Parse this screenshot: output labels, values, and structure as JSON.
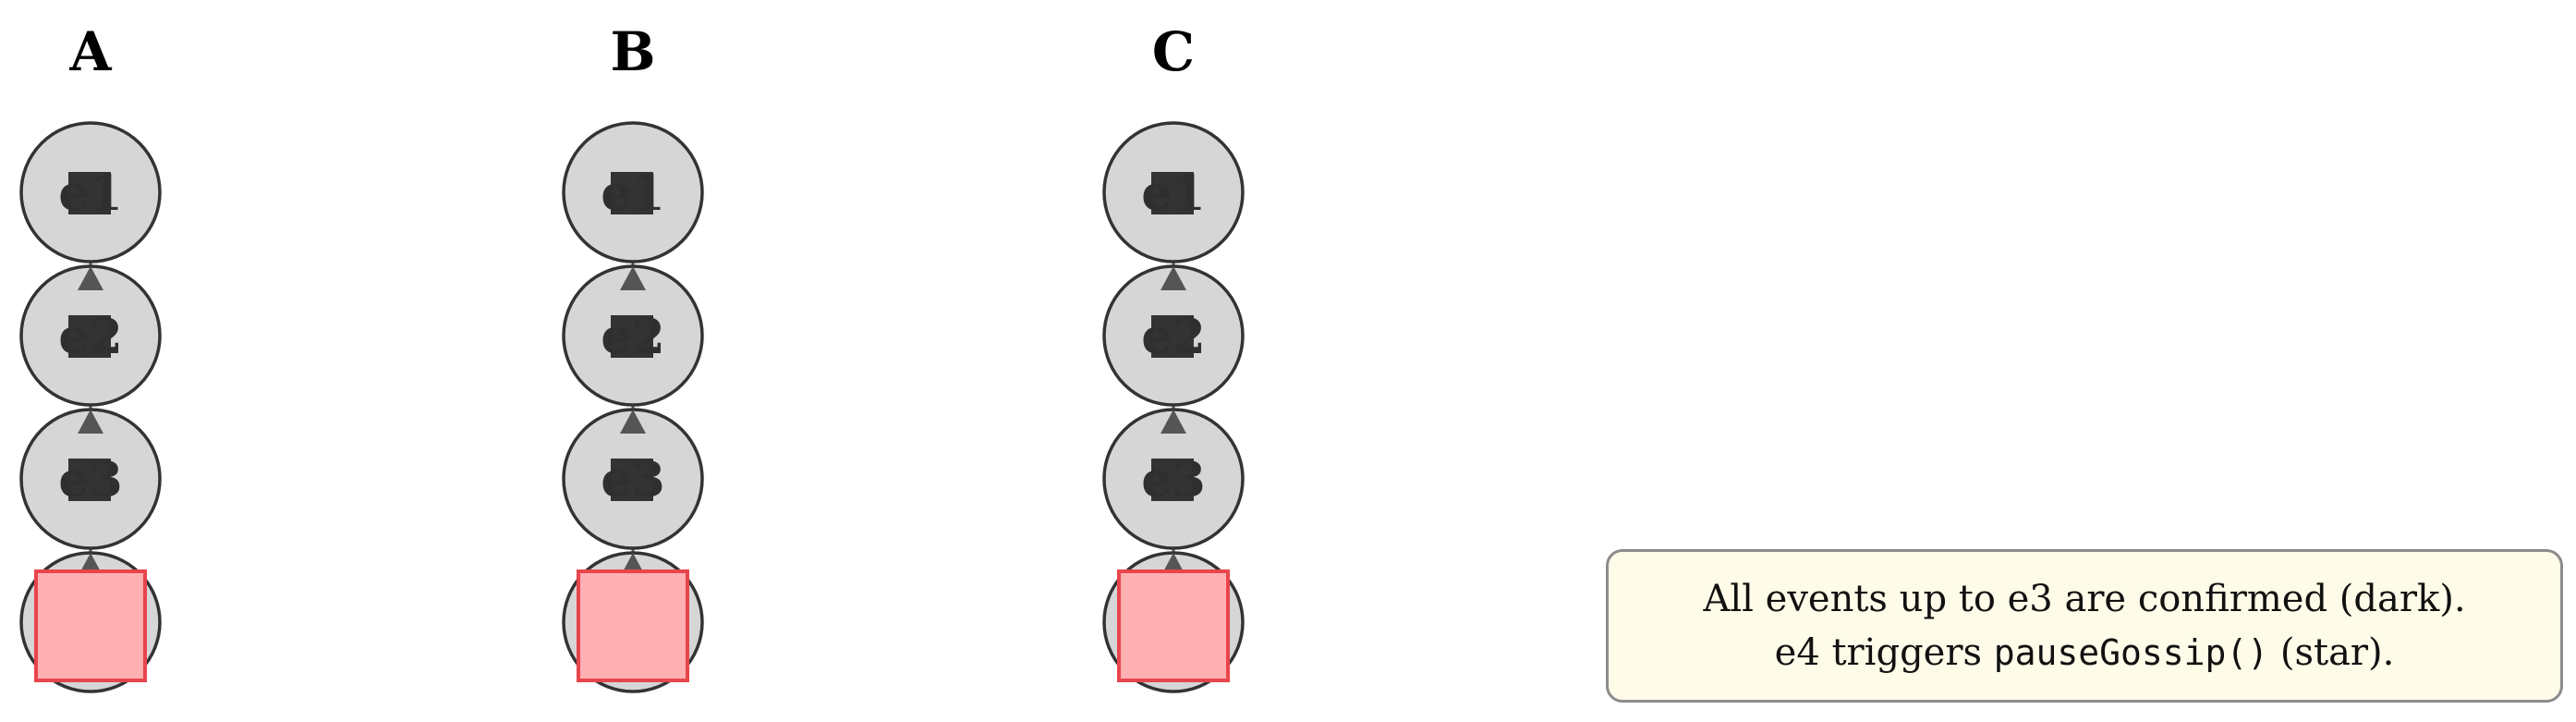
{
  "columns": [
    {
      "title": "A",
      "nodes": [
        "e1",
        "e2",
        "e3"
      ]
    },
    {
      "title": "B",
      "nodes": [
        "e1",
        "e2",
        "e3"
      ]
    },
    {
      "title": "C",
      "nodes": [
        "e1",
        "e2",
        "e3"
      ]
    }
  ],
  "note": {
    "line1": "All events up to e3 are confirmed (dark).",
    "line2_prefix": "e4 triggers ",
    "line2_code": "pauseGossip()",
    "line2_suffix": " (star)."
  },
  "colors": {
    "node_fill": "#d6d6d6",
    "node_stroke": "#333333",
    "pause_fill": "#ffb0b3",
    "pause_stroke": "#e8454c",
    "note_bg": "#fefbe8"
  }
}
